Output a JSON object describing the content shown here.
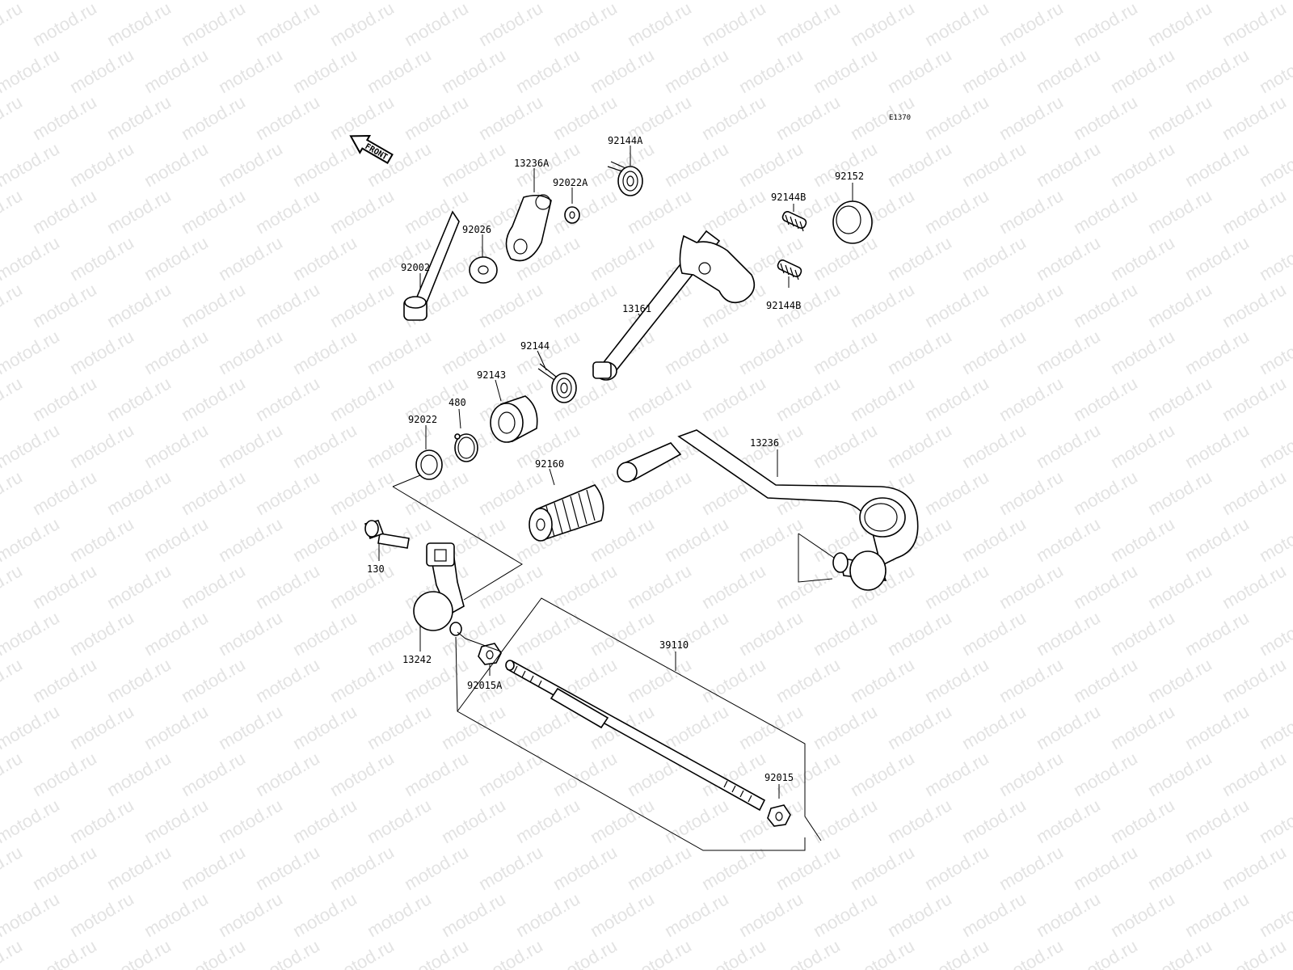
{
  "diagram_code": "E1370",
  "watermark_text": "motod.ru",
  "front_arrow_label": "FRONT",
  "parts": {
    "p92144A": "92144A",
    "p13236A": "13236A",
    "p92022A": "92022A",
    "p92152": "92152",
    "p92144B_top": "92144B",
    "p92026": "92026",
    "p92002": "92002",
    "p92144B_bottom": "92144B",
    "p13161": "13161",
    "p92144": "92144",
    "p92143": "92143",
    "p480": "480",
    "p92022": "92022",
    "p13236": "13236",
    "p92160": "92160",
    "p130": "130",
    "p13242": "13242",
    "p39110": "39110",
    "p92015A": "92015A",
    "p92015": "92015"
  }
}
